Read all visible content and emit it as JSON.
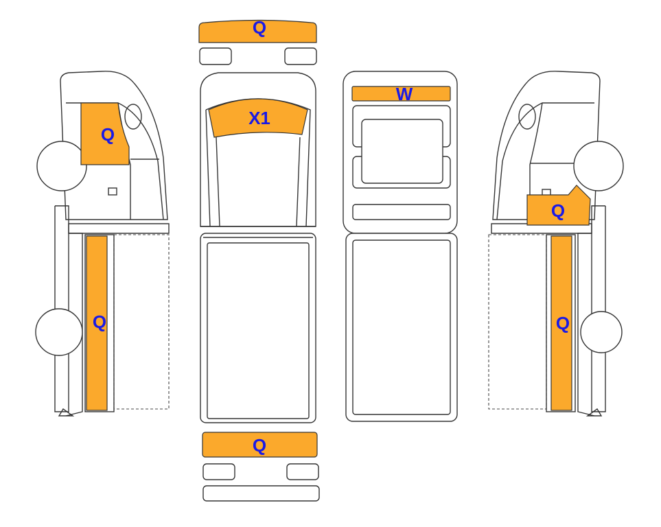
{
  "colors": {
    "damage_fill": "#FBA92C",
    "label_text": "#1A1AE6",
    "outline": "#333333"
  },
  "zones": {
    "front_bumper": {
      "code": "Q"
    },
    "windshield": {
      "code": "X1"
    },
    "rear_window": {
      "code": "W"
    },
    "rear_bumper": {
      "code": "Q"
    },
    "left_door": {
      "code": "Q"
    },
    "left_cargo_side": {
      "code": "Q"
    },
    "right_door": {
      "code": "Q"
    },
    "right_cargo_side": {
      "code": "Q"
    }
  }
}
